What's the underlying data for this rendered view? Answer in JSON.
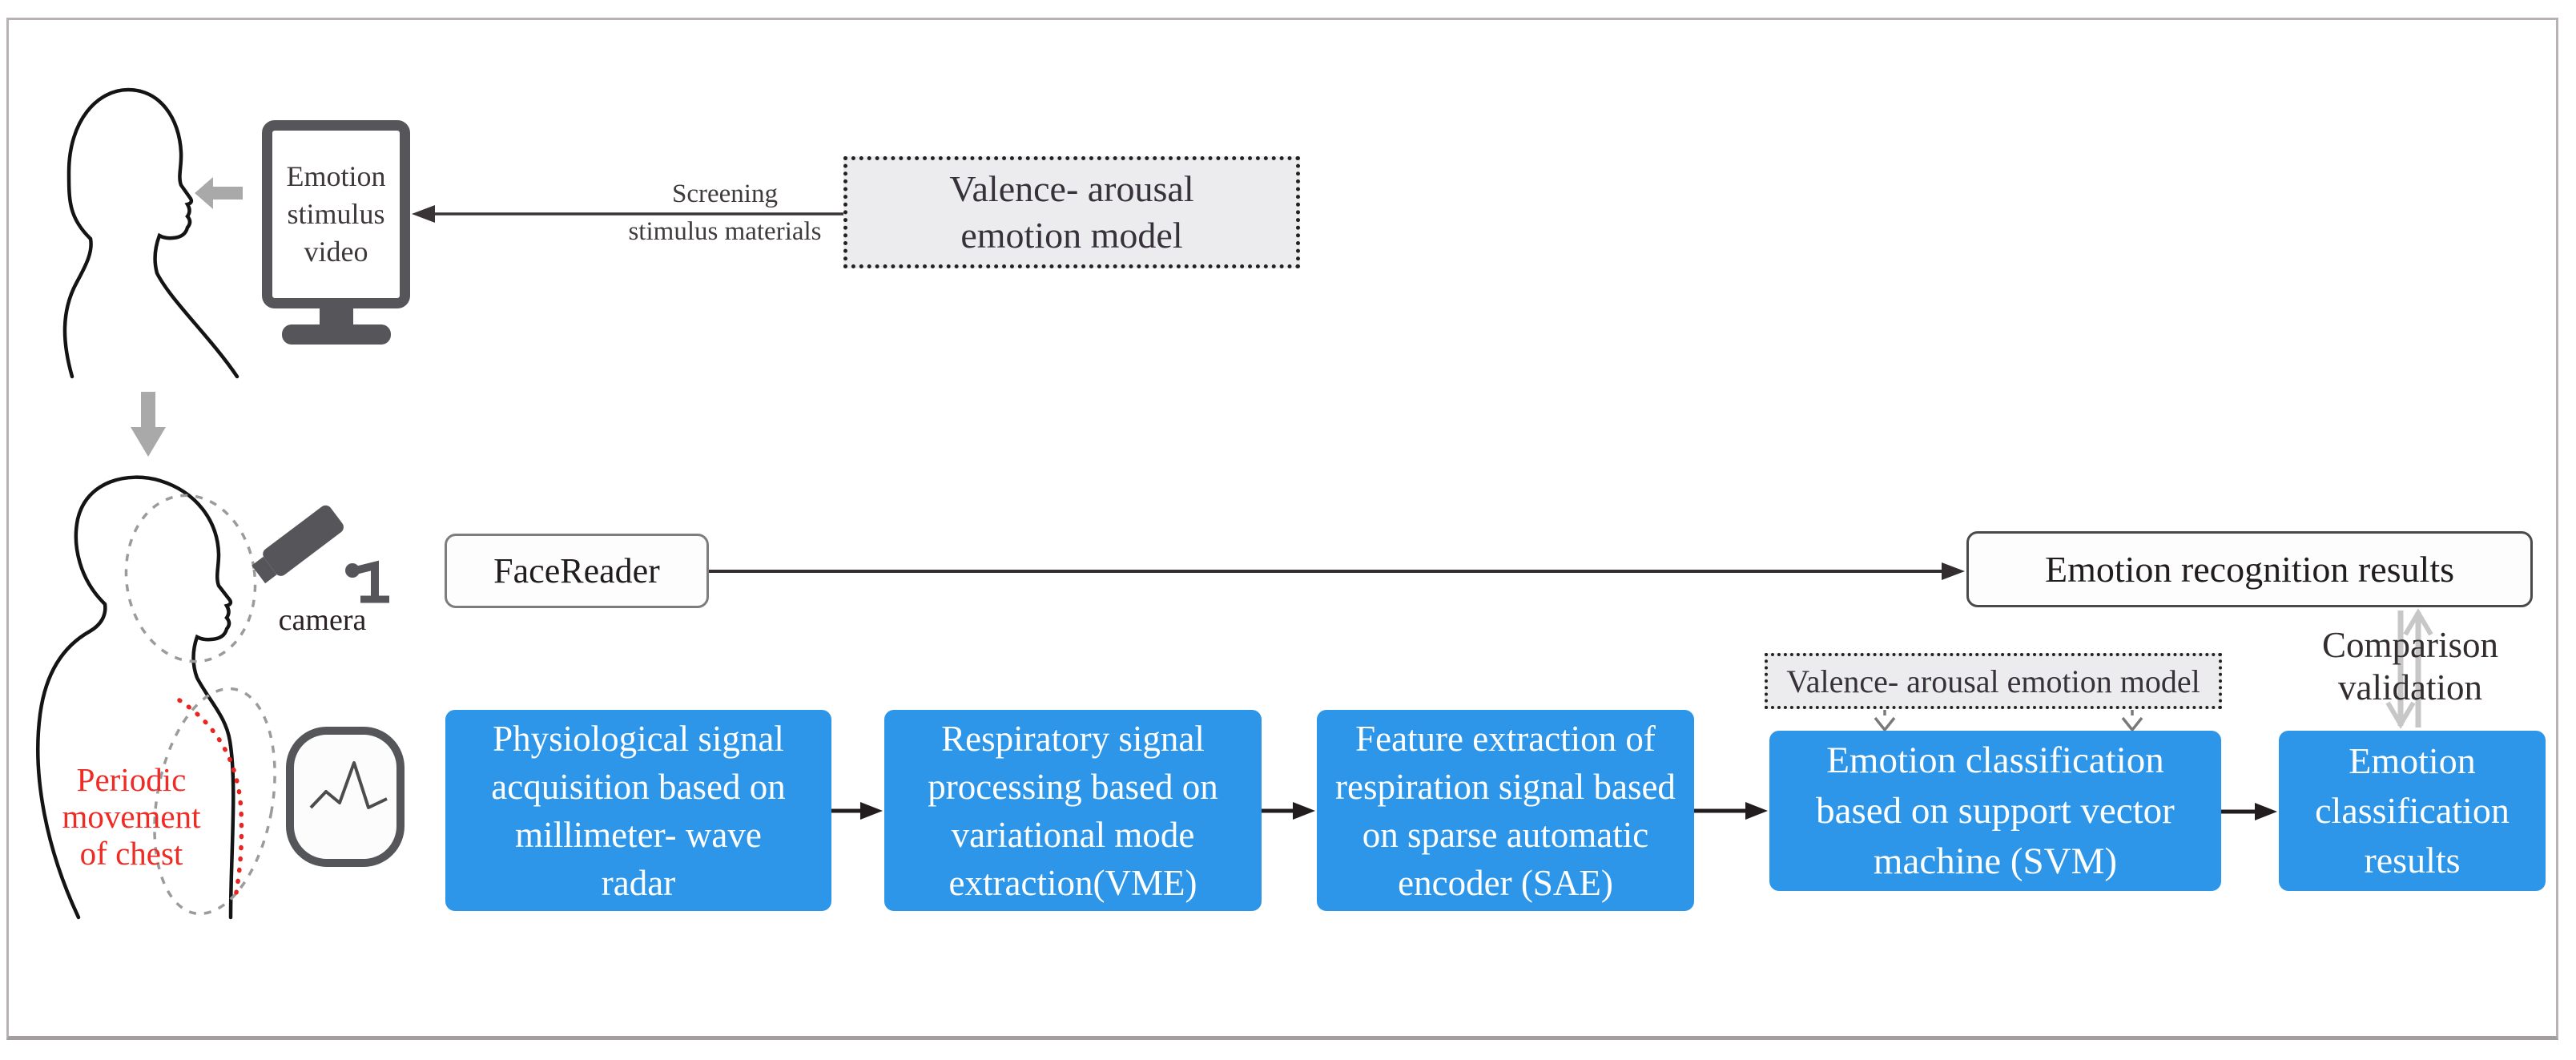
{
  "figure": {
    "type": "flow-diagram",
    "colors": {
      "accent_blue": "#2D96E9",
      "alert_red": "#EC2B25",
      "icon_gray": "#56565A",
      "box_fill_gray": "#ECECEE"
    },
    "top": {
      "monitor": {
        "label": "Emotion\nstimulus\nvideo"
      },
      "screening_arrow": {
        "line1": "Screening",
        "line2": "stimulus materials"
      },
      "valence_model_box": {
        "label": "Valence- arousal\nemotion model"
      }
    },
    "middle": {
      "camera": {
        "label": "camera"
      },
      "chest_note": {
        "label": "Periodic\nmovement\nof chest"
      },
      "facereader_box": {
        "label": "FaceReader"
      },
      "recognition_results_box": {
        "label": "Emotion recognition results"
      },
      "comparison_note": {
        "label": "Comparison\nvalidation"
      },
      "valence_model_box2": {
        "label": "Valence- arousal emotion model"
      }
    },
    "pipeline": [
      {
        "label": "Physiological signal\nacquisition based on\nmillimeter- wave\nradar"
      },
      {
        "label": "Respiratory signal\nprocessing based on\nvariational mode\nextraction(VME)"
      },
      {
        "label": "Feature extraction of\nrespiration signal based\non sparse automatic\nencoder (SAE)"
      },
      {
        "label": "Emotion classification\nbased on support vector\nmachine (SVM)"
      },
      {
        "label": "Emotion\nclassification\nresults"
      }
    ],
    "icons": {
      "person_top": "person-profile-icon",
      "person_bottom": "person-profile-icon",
      "monitor": "monitor-icon",
      "camera": "cctv-camera-icon",
      "radar": "radar-sensor-icon",
      "arrow_left": "left-arrow-icon",
      "arrow_down": "down-arrow-icon",
      "compare_arrows": "up-down-arrows-icon"
    }
  }
}
